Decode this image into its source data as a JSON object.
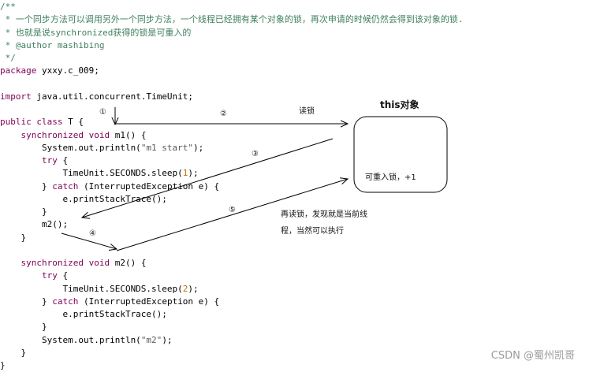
{
  "colors": {
    "comment": "#3f7f5f",
    "keyword": "#7f0055",
    "plain": "#000000",
    "number": "#c07000",
    "string": "#5a5a5a"
  },
  "code_lines": [
    [
      {
        "t": "/**",
        "c": "comment"
      }
    ],
    [
      {
        "t": " * 一个同步方法可以调用另外一个同步方法，一个线程已经拥有某个对象的锁，再次申请的时候仍然会得到该对象的锁.",
        "c": "comment"
      }
    ],
    [
      {
        "t": " * 也就是说synchronized获得的锁是可重入的",
        "c": "comment"
      }
    ],
    [
      {
        "t": " * @author mashibing",
        "c": "comment"
      }
    ],
    [
      {
        "t": " */",
        "c": "comment"
      }
    ],
    [
      {
        "t": "package",
        "c": "keyword"
      },
      {
        "t": " yxxy.c_009;",
        "c": "plain"
      }
    ],
    [],
    [
      {
        "t": "import",
        "c": "keyword"
      },
      {
        "t": " java.util.concurrent.TimeUnit;",
        "c": "plain"
      }
    ],
    [],
    [
      {
        "t": "public class",
        "c": "keyword"
      },
      {
        "t": " T {",
        "c": "plain"
      }
    ],
    [
      {
        "t": "    ",
        "c": "plain"
      },
      {
        "t": "synchronized void",
        "c": "keyword"
      },
      {
        "t": " m1() {",
        "c": "plain"
      }
    ],
    [
      {
        "t": "        System.out.println(",
        "c": "plain"
      },
      {
        "t": "\"m1 start\"",
        "c": "string"
      },
      {
        "t": ");",
        "c": "plain"
      }
    ],
    [
      {
        "t": "        ",
        "c": "plain"
      },
      {
        "t": "try",
        "c": "keyword"
      },
      {
        "t": " {",
        "c": "plain"
      }
    ],
    [
      {
        "t": "            TimeUnit.SECONDS.sleep(",
        "c": "plain"
      },
      {
        "t": "1",
        "c": "number"
      },
      {
        "t": ");",
        "c": "plain"
      }
    ],
    [
      {
        "t": "        } ",
        "c": "plain"
      },
      {
        "t": "catch",
        "c": "keyword"
      },
      {
        "t": " (InterruptedException e) {",
        "c": "plain"
      }
    ],
    [
      {
        "t": "            e.printStackTrace();",
        "c": "plain"
      }
    ],
    [
      {
        "t": "        }",
        "c": "plain"
      }
    ],
    [
      {
        "t": "        m2();",
        "c": "plain"
      }
    ],
    [
      {
        "t": "    }",
        "c": "plain"
      }
    ],
    [],
    [
      {
        "t": "    ",
        "c": "plain"
      },
      {
        "t": "synchronized void",
        "c": "keyword"
      },
      {
        "t": " m2() {",
        "c": "plain"
      }
    ],
    [
      {
        "t": "        ",
        "c": "plain"
      },
      {
        "t": "try",
        "c": "keyword"
      },
      {
        "t": " {",
        "c": "plain"
      }
    ],
    [
      {
        "t": "            TimeUnit.SECONDS.sleep(",
        "c": "plain"
      },
      {
        "t": "2",
        "c": "number"
      },
      {
        "t": ");",
        "c": "plain"
      }
    ],
    [
      {
        "t": "        } ",
        "c": "plain"
      },
      {
        "t": "catch",
        "c": "keyword"
      },
      {
        "t": " (InterruptedException e) {",
        "c": "plain"
      }
    ],
    [
      {
        "t": "            e.printStackTrace();",
        "c": "plain"
      }
    ],
    [
      {
        "t": "        }",
        "c": "plain"
      }
    ],
    [
      {
        "t": "        System.out.println(",
        "c": "plain"
      },
      {
        "t": "\"m2\"",
        "c": "string"
      },
      {
        "t": ");",
        "c": "plain"
      }
    ],
    [
      {
        "t": "    }",
        "c": "plain"
      }
    ],
    [
      {
        "t": "}",
        "c": "plain"
      }
    ]
  ],
  "annotations": {
    "step1": "①",
    "step2": "②",
    "step3": "③",
    "step4": "④",
    "step5": "⑤",
    "read_lock": "读锁",
    "this_object": "this对象",
    "reentrant": "可重入锁，+1",
    "reread_line1": "再读锁，发现就是当前线",
    "reread_line2": "程，当然可以执行"
  },
  "watermark": "CSDN @蜀州凯哥"
}
